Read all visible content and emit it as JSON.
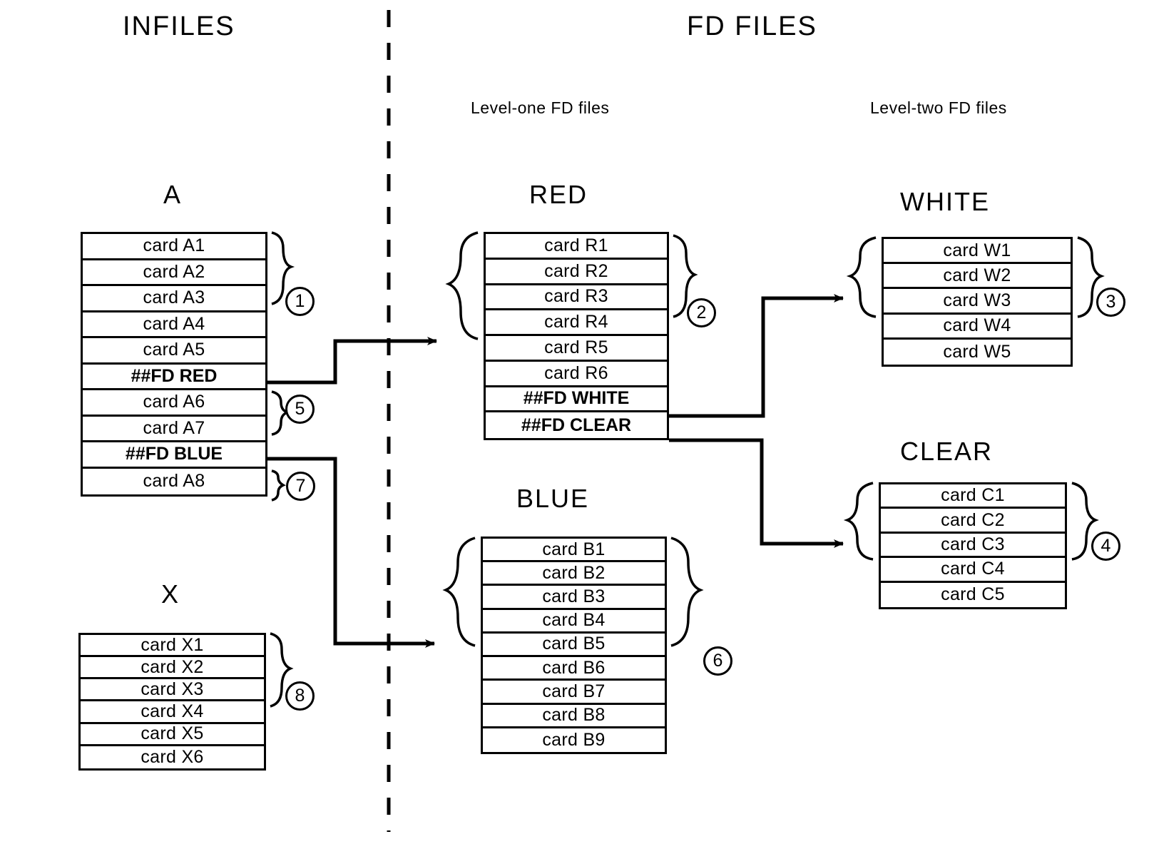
{
  "headers": {
    "left": "INFILES",
    "right": "FD FILES",
    "level_one": "Level-one FD files",
    "level_two": "Level-two FD files"
  },
  "files": [
    {
      "key": "A",
      "title": "A",
      "rows": [
        {
          "text": "card A1",
          "fd": false
        },
        {
          "text": "card A2",
          "fd": false
        },
        {
          "text": "card A3",
          "fd": false
        },
        {
          "text": "card A4",
          "fd": false
        },
        {
          "text": "card A5",
          "fd": false
        },
        {
          "text": "##FD RED",
          "fd": true
        },
        {
          "text": "card A6",
          "fd": false
        },
        {
          "text": "card A7",
          "fd": false
        },
        {
          "text": "##FD BLUE",
          "fd": true
        },
        {
          "text": "card A8",
          "fd": false
        }
      ]
    },
    {
      "key": "X",
      "title": "X",
      "rows": [
        {
          "text": "card X1",
          "fd": false
        },
        {
          "text": "card X2",
          "fd": false
        },
        {
          "text": "card X3",
          "fd": false
        },
        {
          "text": "card X4",
          "fd": false
        },
        {
          "text": "card X5",
          "fd": false
        },
        {
          "text": "card X6",
          "fd": false
        }
      ]
    },
    {
      "key": "RED",
      "title": "RED",
      "rows": [
        {
          "text": "card R1",
          "fd": false
        },
        {
          "text": "card R2",
          "fd": false
        },
        {
          "text": "card R3",
          "fd": false
        },
        {
          "text": "card R4",
          "fd": false
        },
        {
          "text": "card R5",
          "fd": false
        },
        {
          "text": "card R6",
          "fd": false
        },
        {
          "text": "##FD WHITE",
          "fd": true
        },
        {
          "text": "##FD CLEAR",
          "fd": true
        }
      ]
    },
    {
      "key": "BLUE",
      "title": "BLUE",
      "rows": [
        {
          "text": "card B1",
          "fd": false
        },
        {
          "text": "card B2",
          "fd": false
        },
        {
          "text": "card B3",
          "fd": false
        },
        {
          "text": "card B4",
          "fd": false
        },
        {
          "text": "card B5",
          "fd": false
        },
        {
          "text": "card B6",
          "fd": false
        },
        {
          "text": "card B7",
          "fd": false
        },
        {
          "text": "card B8",
          "fd": false
        },
        {
          "text": "card B9",
          "fd": false
        }
      ]
    },
    {
      "key": "WHITE",
      "title": "WHITE",
      "rows": [
        {
          "text": "card W1",
          "fd": false
        },
        {
          "text": "card W2",
          "fd": false
        },
        {
          "text": "card W3",
          "fd": false
        },
        {
          "text": "card W4",
          "fd": false
        },
        {
          "text": "card W5",
          "fd": false
        }
      ]
    },
    {
      "key": "CLEAR",
      "title": "CLEAR",
      "rows": [
        {
          "text": "card C1",
          "fd": false
        },
        {
          "text": "card C2",
          "fd": false
        },
        {
          "text": "card C3",
          "fd": false
        },
        {
          "text": "card C4",
          "fd": false
        },
        {
          "text": "card C5",
          "fd": false
        }
      ]
    }
  ],
  "callouts": [
    {
      "id": "1",
      "label": "1",
      "file": "A",
      "spans": "card A1 - card A5"
    },
    {
      "id": "5",
      "label": "5",
      "file": "A",
      "spans": "card A6 - card A7"
    },
    {
      "id": "7",
      "label": "7",
      "file": "A",
      "spans": "card A8"
    },
    {
      "id": "8",
      "label": "8",
      "file": "X",
      "spans": "card X1 - card X6"
    },
    {
      "id": "2",
      "label": "2",
      "file": "RED",
      "spans": "card R1 - card R6"
    },
    {
      "id": "6",
      "label": "6",
      "file": "BLUE",
      "spans": "card B1 - card B9"
    },
    {
      "id": "3",
      "label": "3",
      "file": "WHITE",
      "spans": "card W1 - card W5"
    },
    {
      "id": "4",
      "label": "4",
      "file": "CLEAR",
      "spans": "card C1 - card C5"
    }
  ],
  "flows": [
    {
      "from": "##FD RED",
      "to": "RED"
    },
    {
      "from": "##FD BLUE",
      "to": "BLUE"
    },
    {
      "from": "##FD WHITE",
      "to": "WHITE"
    },
    {
      "from": "##FD CLEAR",
      "to": "CLEAR"
    }
  ],
  "divider": {
    "style": "dashed-vertical",
    "separates": "INFILES | FD FILES"
  }
}
